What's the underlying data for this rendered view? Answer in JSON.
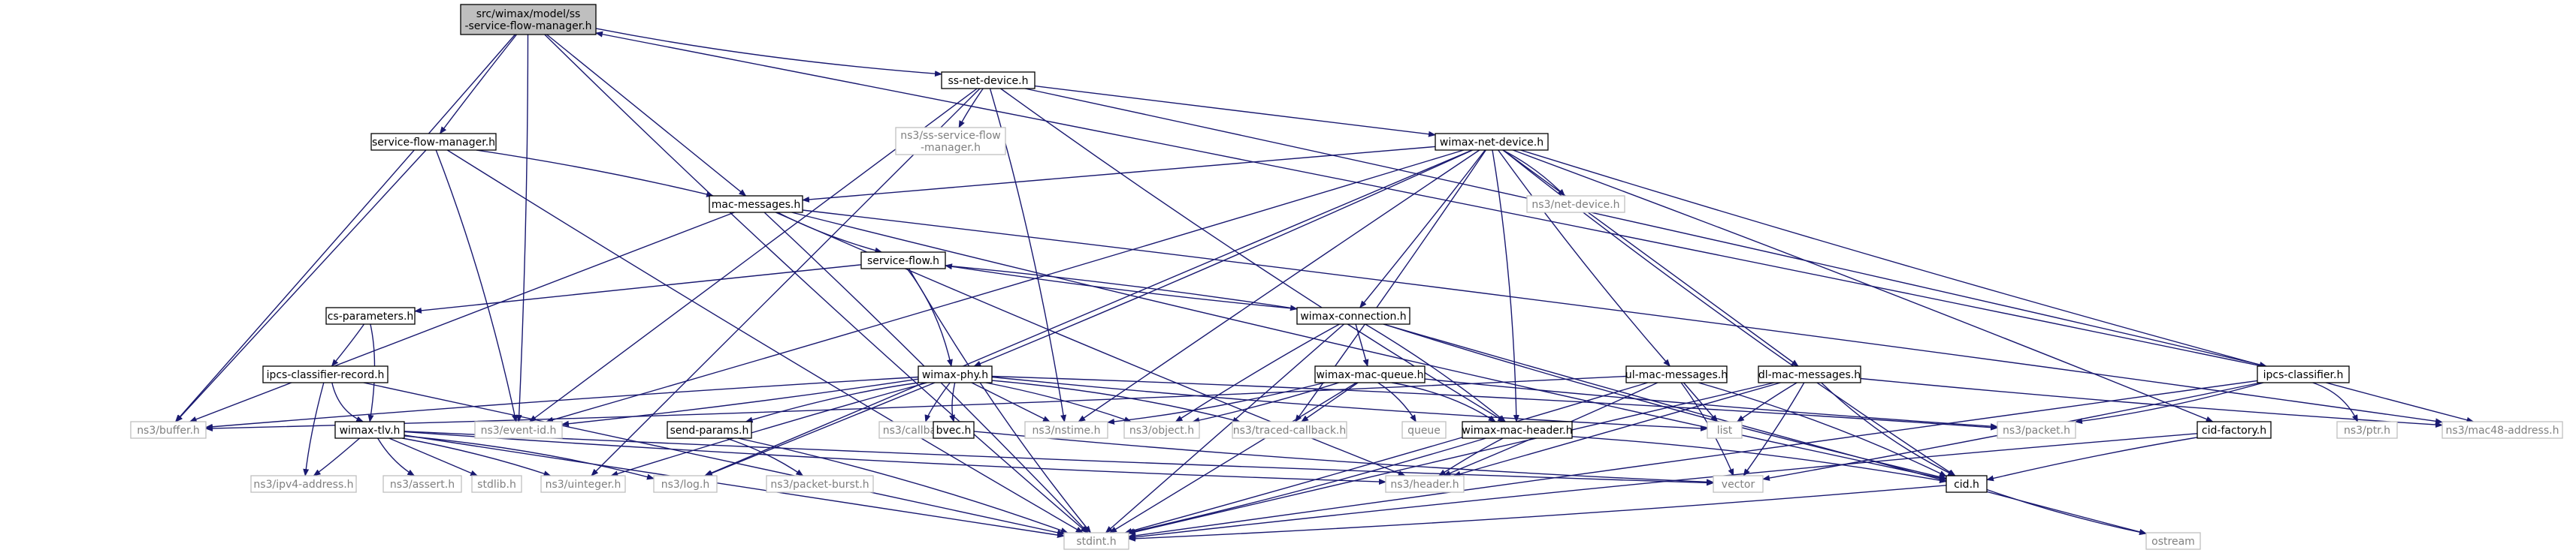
{
  "graph": {
    "colors": {
      "edge": "#191970",
      "node_border": "#000000",
      "node_fill": "#ffffff",
      "external_border": "#bfbfbf",
      "external_text": "#7f7f7f",
      "root_fill": "#bfbfbf"
    },
    "nodes": [
      {
        "id": "root",
        "lines": [
          "src/wimax/model/ss",
          "-service-flow-manager.h"
        ],
        "kind": "root"
      },
      {
        "id": "ss_net_device",
        "lines": [
          "ss-net-device.h"
        ],
        "kind": "internal"
      },
      {
        "id": "service_flow_manager",
        "lines": [
          "service-flow-manager.h"
        ],
        "kind": "internal"
      },
      {
        "id": "ns3_ss_sfm",
        "lines": [
          "ns3/ss-service-flow",
          "-manager.h"
        ],
        "kind": "external"
      },
      {
        "id": "wimax_net_device",
        "lines": [
          "wimax-net-device.h"
        ],
        "kind": "internal"
      },
      {
        "id": "mac_messages",
        "lines": [
          "mac-messages.h"
        ],
        "kind": "internal"
      },
      {
        "id": "ns3_net_device",
        "lines": [
          "ns3/net-device.h"
        ],
        "kind": "external"
      },
      {
        "id": "service_flow",
        "lines": [
          "service-flow.h"
        ],
        "kind": "internal"
      },
      {
        "id": "cs_parameters",
        "lines": [
          "cs-parameters.h"
        ],
        "kind": "internal"
      },
      {
        "id": "wimax_connection",
        "lines": [
          "wimax-connection.h"
        ],
        "kind": "internal"
      },
      {
        "id": "ipcs_classifier_record",
        "lines": [
          "ipcs-classifier-record.h"
        ],
        "kind": "internal"
      },
      {
        "id": "wimax_phy",
        "lines": [
          "wimax-phy.h"
        ],
        "kind": "internal"
      },
      {
        "id": "wimax_mac_queue",
        "lines": [
          "wimax-mac-queue.h"
        ],
        "kind": "internal"
      },
      {
        "id": "ul_mac_messages",
        "lines": [
          "ul-mac-messages.h"
        ],
        "kind": "internal"
      },
      {
        "id": "dl_mac_messages",
        "lines": [
          "dl-mac-messages.h"
        ],
        "kind": "internal"
      },
      {
        "id": "ipcs_classifier",
        "lines": [
          "ipcs-classifier.h"
        ],
        "kind": "internal"
      },
      {
        "id": "ns3_buffer",
        "lines": [
          "ns3/buffer.h"
        ],
        "kind": "external"
      },
      {
        "id": "wimax_tlv",
        "lines": [
          "wimax-tlv.h"
        ],
        "kind": "internal"
      },
      {
        "id": "ns3_event_id",
        "lines": [
          "ns3/event-id.h"
        ],
        "kind": "external"
      },
      {
        "id": "send_params",
        "lines": [
          "send-params.h"
        ],
        "kind": "internal"
      },
      {
        "id": "ns3_callback",
        "lines": [
          "ns3/callback.h"
        ],
        "kind": "external"
      },
      {
        "id": "bvec",
        "lines": [
          "bvec.h"
        ],
        "kind": "internal"
      },
      {
        "id": "ns3_nstime",
        "lines": [
          "ns3/nstime.h"
        ],
        "kind": "external"
      },
      {
        "id": "ns3_object",
        "lines": [
          "ns3/object.h"
        ],
        "kind": "external"
      },
      {
        "id": "ns3_traced_callback",
        "lines": [
          "ns3/traced-callback.h"
        ],
        "kind": "external"
      },
      {
        "id": "queue",
        "lines": [
          "queue"
        ],
        "kind": "external"
      },
      {
        "id": "wimax_mac_header",
        "lines": [
          "wimax-mac-header.h"
        ],
        "kind": "internal"
      },
      {
        "id": "list",
        "lines": [
          "list"
        ],
        "kind": "external"
      },
      {
        "id": "ns3_packet",
        "lines": [
          "ns3/packet.h"
        ],
        "kind": "external"
      },
      {
        "id": "cid_factory",
        "lines": [
          "cid-factory.h"
        ],
        "kind": "internal"
      },
      {
        "id": "ns3_ptr",
        "lines": [
          "ns3/ptr.h"
        ],
        "kind": "external"
      },
      {
        "id": "ns3_mac48",
        "lines": [
          "ns3/mac48-address.h"
        ],
        "kind": "external"
      },
      {
        "id": "ns3_ipv4",
        "lines": [
          "ns3/ipv4-address.h"
        ],
        "kind": "external"
      },
      {
        "id": "ns3_assert",
        "lines": [
          "ns3/assert.h"
        ],
        "kind": "external"
      },
      {
        "id": "stdlib",
        "lines": [
          "stdlib.h"
        ],
        "kind": "external"
      },
      {
        "id": "ns3_uinteger",
        "lines": [
          "ns3/uinteger.h"
        ],
        "kind": "external"
      },
      {
        "id": "ns3_log",
        "lines": [
          "ns3/log.h"
        ],
        "kind": "external"
      },
      {
        "id": "ns3_packet_burst",
        "lines": [
          "ns3/packet-burst.h"
        ],
        "kind": "external"
      },
      {
        "id": "ns3_header",
        "lines": [
          "ns3/header.h"
        ],
        "kind": "external"
      },
      {
        "id": "vector",
        "lines": [
          "vector"
        ],
        "kind": "external"
      },
      {
        "id": "cid",
        "lines": [
          "cid.h"
        ],
        "kind": "internal"
      },
      {
        "id": "stdint",
        "lines": [
          "stdint.h"
        ],
        "kind": "external"
      },
      {
        "id": "ostream",
        "lines": [
          "ostream"
        ],
        "kind": "external"
      }
    ],
    "edges": [
      [
        "root",
        "ss_net_device"
      ],
      [
        "root",
        "service_flow_manager"
      ],
      [
        "root",
        "mac_messages"
      ],
      [
        "root",
        "ns3_event_id"
      ],
      [
        "root",
        "ns3_buffer"
      ],
      [
        "root",
        "stdint"
      ],
      [
        "ss_net_device",
        "ns3_ss_sfm"
      ],
      [
        "ss_net_device",
        "wimax_net_device"
      ],
      [
        "ss_net_device",
        "ipcs_classifier"
      ],
      [
        "ss_net_device",
        "ns3_nstime"
      ],
      [
        "ss_net_device",
        "wimax_mac_header"
      ],
      [
        "ss_net_device",
        "ns3_event_id"
      ],
      [
        "ss_net_device",
        "ns3_uinteger"
      ],
      [
        "service_flow_manager",
        "mac_messages"
      ],
      [
        "service_flow_manager",
        "ns3_event_id"
      ],
      [
        "service_flow_manager",
        "ns3_buffer"
      ],
      [
        "service_flow_manager",
        "stdint"
      ],
      [
        "wimax_net_device",
        "mac_messages"
      ],
      [
        "wimax_net_device",
        "ns3_net_device"
      ],
      [
        "wimax_net_device",
        "wimax_connection"
      ],
      [
        "wimax_net_device",
        "wimax_phy"
      ],
      [
        "wimax_net_device",
        "ul_mac_messages"
      ],
      [
        "wimax_net_device",
        "dl_mac_messages"
      ],
      [
        "wimax_net_device",
        "cid_factory"
      ],
      [
        "wimax_net_device",
        "wimax_mac_header"
      ],
      [
        "wimax_net_device",
        "ns3_mac48"
      ],
      [
        "wimax_net_device",
        "ns3_event_id"
      ],
      [
        "wimax_net_device",
        "ns3_log"
      ],
      [
        "wimax_net_device",
        "ns3_nstime"
      ],
      [
        "wimax_net_device",
        "ns3_traced_callback"
      ],
      [
        "wimax_net_device",
        "cid"
      ],
      [
        "mac_messages",
        "service_flow"
      ],
      [
        "mac_messages",
        "ns3_buffer"
      ],
      [
        "mac_messages",
        "stdint"
      ],
      [
        "mac_messages",
        "ns3_mac48"
      ],
      [
        "mac_messages",
        "cid"
      ],
      [
        "mac_messages",
        "ns3_header"
      ],
      [
        "service_flow",
        "cs_parameters"
      ],
      [
        "service_flow",
        "wimax_connection"
      ],
      [
        "service_flow",
        "wimax_phy"
      ],
      [
        "service_flow",
        "stdint"
      ],
      [
        "wimax_connection",
        "service_flow"
      ],
      [
        "wimax_connection",
        "wimax_mac_queue"
      ],
      [
        "wimax_connection",
        "wimax_mac_header"
      ],
      [
        "wimax_connection",
        "ns3_object"
      ],
      [
        "wimax_connection",
        "cid"
      ],
      [
        "wimax_connection",
        "ostream"
      ],
      [
        "wimax_connection",
        "stdint"
      ],
      [
        "cs_parameters",
        "ipcs_classifier_record"
      ],
      [
        "cs_parameters",
        "wimax_tlv"
      ],
      [
        "ipcs_classifier_record",
        "wimax_tlv"
      ],
      [
        "ipcs_classifier_record",
        "ns3_ipv4"
      ],
      [
        "ipcs_classifier_record",
        "stdint"
      ],
      [
        "wimax_phy",
        "ns3_buffer"
      ],
      [
        "wimax_phy",
        "send_params"
      ],
      [
        "wimax_phy",
        "ns3_callback"
      ],
      [
        "wimax_phy",
        "bvec"
      ],
      [
        "wimax_phy",
        "ns3_nstime"
      ],
      [
        "wimax_phy",
        "ns3_object"
      ],
      [
        "wimax_phy",
        "ns3_traced_callback"
      ],
      [
        "wimax_phy",
        "list"
      ],
      [
        "wimax_phy",
        "ns3_event_id"
      ],
      [
        "wimax_phy",
        "ns3_log"
      ],
      [
        "wimax_phy",
        "ns3_uinteger"
      ],
      [
        "wimax_phy",
        "ns3_packet"
      ],
      [
        "wimax_tlv",
        "ns3_ipv4"
      ],
      [
        "wimax_tlv",
        "ns3_assert"
      ],
      [
        "wimax_tlv",
        "stdlib"
      ],
      [
        "wimax_tlv",
        "ns3_uinteger"
      ],
      [
        "wimax_tlv",
        "ns3_log"
      ],
      [
        "wimax_tlv",
        "ns3_header"
      ],
      [
        "wimax_tlv",
        "vector"
      ],
      [
        "wimax_tlv",
        "stdint"
      ],
      [
        "send_params",
        "ns3_packet_burst"
      ],
      [
        "send_params",
        "stdint"
      ],
      [
        "bvec",
        "vector"
      ],
      [
        "wimax_mac_queue",
        "ns3_object"
      ],
      [
        "wimax_mac_queue",
        "ns3_traced_callback"
      ],
      [
        "wimax_mac_queue",
        "queue"
      ],
      [
        "wimax_mac_queue",
        "wimax_mac_header"
      ],
      [
        "wimax_mac_queue",
        "ns3_nstime"
      ],
      [
        "wimax_mac_queue",
        "ns3_packet"
      ],
      [
        "wimax_mac_queue",
        "stdint"
      ],
      [
        "wimax_mac_header",
        "ns3_header"
      ],
      [
        "wimax_mac_header",
        "cid"
      ],
      [
        "wimax_mac_header",
        "stdint"
      ],
      [
        "ul_mac_messages",
        "ns3_header"
      ],
      [
        "ul_mac_messages",
        "list"
      ],
      [
        "ul_mac_messages",
        "vector"
      ],
      [
        "ul_mac_messages",
        "cid"
      ],
      [
        "ul_mac_messages",
        "ns3_buffer"
      ],
      [
        "ul_mac_messages",
        "stdint"
      ],
      [
        "dl_mac_messages",
        "ns3_header"
      ],
      [
        "dl_mac_messages",
        "list"
      ],
      [
        "dl_mac_messages",
        "vector"
      ],
      [
        "dl_mac_messages",
        "cid"
      ],
      [
        "dl_mac_messages",
        "ns3_mac48"
      ],
      [
        "dl_mac_messages",
        "stdint"
      ],
      [
        "ipcs_classifier",
        "root"
      ],
      [
        "ipcs_classifier",
        "ns3_ptr"
      ],
      [
        "ipcs_classifier",
        "ns3_packet"
      ],
      [
        "ipcs_classifier",
        "vector"
      ],
      [
        "ipcs_classifier",
        "stdint"
      ],
      [
        "cid_factory",
        "cid"
      ],
      [
        "cid_factory",
        "stdint"
      ],
      [
        "cid",
        "stdint"
      ],
      [
        "cid",
        "ostream"
      ]
    ]
  }
}
